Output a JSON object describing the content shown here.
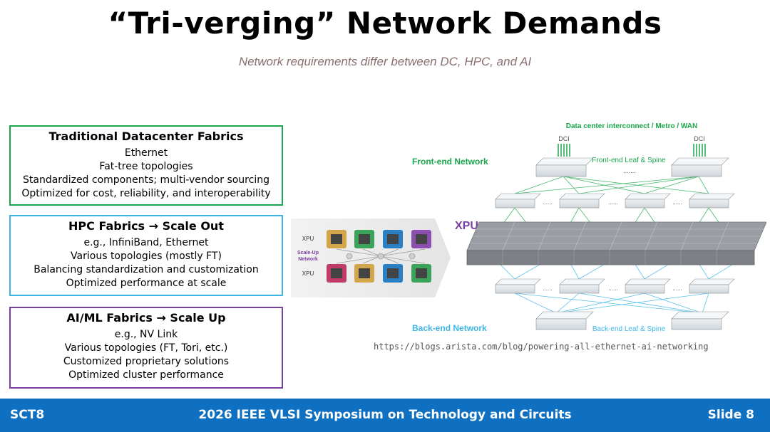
{
  "slide": {
    "title": "“Tri-verging” Network Demands",
    "subtitle": "Network requirements differ between DC, HPC, and AI"
  },
  "boxes": [
    {
      "heading": "Traditional Datacenter Fabrics",
      "lines": [
        "Ethernet",
        "Fat-tree topologies",
        "Standardized components; multi-vendor sourcing",
        "Optimized for cost, reliability, and interoperability"
      ],
      "border_color": "#1aa64a"
    },
    {
      "heading": "HPC Fabrics → Scale Out",
      "lines": [
        "e.g., InfiniBand, Ethernet",
        "Various topologies (mostly FT)",
        "Balancing standardization and customization",
        "Optimized performance at scale"
      ],
      "border_color": "#3db6e6"
    },
    {
      "heading": "AI/ML Fabrics → Scale Up",
      "lines": [
        "e.g., NV Link",
        "Various topologies (FT, Tori, etc.)",
        "Customized proprietary solutions",
        "Optimized cluster performance"
      ],
      "border_color": "#7a3fa0"
    }
  ],
  "diagram": {
    "dci_top": "Data center interconnect / Metro / WAN",
    "dci_left": "DCI",
    "dci_right": "DCI",
    "front_end": "Front-end Network",
    "front_leaf_spine": "Front-end Leaf & Spine",
    "xpus": "XPUs",
    "back_end": "Back-end Network",
    "back_leaf_spine": "Back-end Leaf & Spine",
    "dots": ".......",
    "inset_xpu_top": "XPU",
    "inset_xpu_bottom": "XPU",
    "inset_scaleup": "Scale-Up",
    "inset_network": "Network",
    "colors": {
      "front": "#1aa64a",
      "back": "#3db6e6",
      "xpus": "#7a3fa0"
    }
  },
  "url": "https://blogs.arista.com/blog/powering-all-ethernet-ai-networking",
  "footer": {
    "left": "SCT8",
    "center": "2026 IEEE VLSI Symposium on Technology and Circuits",
    "right": "Slide 8"
  }
}
